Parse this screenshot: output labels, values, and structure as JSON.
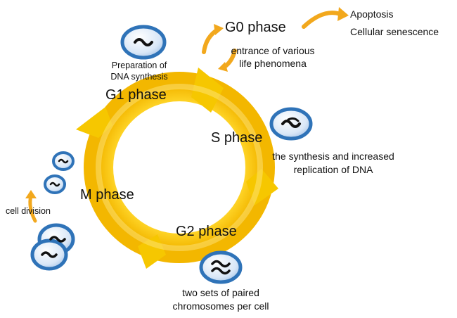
{
  "phases": {
    "g0": "G0 phase",
    "g1": "G1 phase",
    "s": "S phase",
    "g2": "G2 phase",
    "m": "M phase"
  },
  "labels": {
    "apoptosis": "Apoptosis",
    "senescence": "Cellular senescence",
    "g0_entrance_line1": "entrance of various",
    "g0_entrance_line2": "life phenomena",
    "g1_desc_line1": "Preparation of",
    "g1_desc_line2": "DNA synthesis",
    "s_desc_line1": "the synthesis and increased",
    "s_desc_line2": "replication of DNA",
    "g2_desc_line1": "two sets of paired",
    "g2_desc_line2": "chromosomes per cell",
    "m_desc": "cell division"
  },
  "colors": {
    "cycle_arrow": "#f5c400",
    "cycle_arrow_light": "#ffe27a",
    "side_arrow": "#f2a81d",
    "cell_fill": "#cfe0f4",
    "cell_border": "#2f73b8"
  },
  "icons": [
    "single-chromosome-cell-icon",
    "replicating-chromosome-cell-icon",
    "paired-chromosome-cell-icon",
    "dividing-cell-icon",
    "cycle-arrow-icon"
  ]
}
